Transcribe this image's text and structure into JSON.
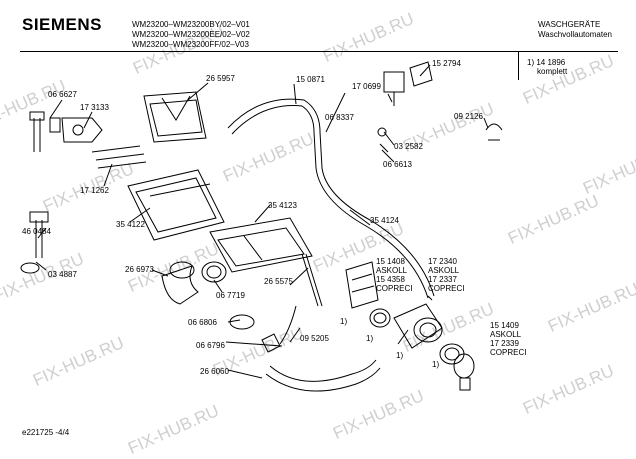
{
  "header": {
    "brand": "SIEMENS",
    "models": [
      "WM23200–WM23200BY/02–V01",
      "WM23200–WM23200EE/02–V02",
      "WM23200–WM23200FF/02–V03"
    ],
    "category_de": "WASCHGERÄTE",
    "category_sub": "Waschvollautomaten"
  },
  "sidenote": {
    "part": "1)  14 1896",
    "text": "komplett"
  },
  "watermark": "FIX-HUB.RU",
  "parts": {
    "p066627": "06 6627",
    "p173133": "17 3133",
    "p265957": "26 5957",
    "p150871": "15 0871",
    "p170699": "17 0699",
    "p152794": "15 2794",
    "p068337": "06 8337",
    "p032582": "03 2582",
    "p092126": "09 2126",
    "p066613": "06 6613",
    "p171262": "17 1262",
    "p354122": "35 4122",
    "p354123": "35 4123",
    "p354124": "35 4124",
    "p460484": "46 0484",
    "p034887": "03 4887",
    "p266973": "26 6973",
    "p067719": "06 7719",
    "p265575": "26 5575",
    "p066806": "06 6806",
    "p095205": "09 5205",
    "p066796": "06 6796",
    "p266060": "26 6060"
  },
  "pumps": {
    "a": [
      "15 1408",
      "ASKOLL",
      "15 4358",
      "COPRECI"
    ],
    "b": [
      "17 2340",
      "ASKOLL",
      "17 2337",
      "COPRECI"
    ],
    "c": [
      "15 1409",
      "ASKOLL",
      "17 2339",
      "COPRECI"
    ]
  },
  "footnote_marks": {
    "m1": "1)",
    "m2": "1)",
    "m3": "1)",
    "m4": "1)"
  },
  "footer": {
    "code": "e221725  -4/4"
  }
}
